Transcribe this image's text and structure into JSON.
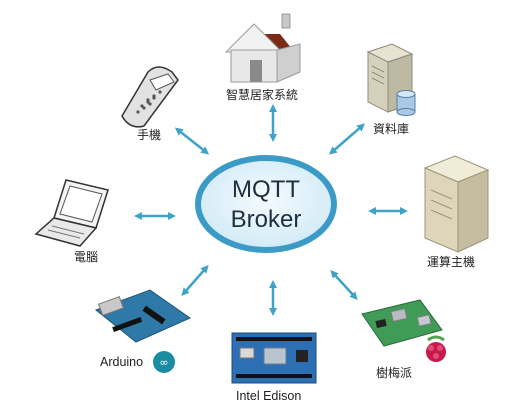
{
  "center": {
    "line1": "MQTT",
    "line2": "Broker"
  },
  "nodes": {
    "smart_home": {
      "label": "智慧居家系統",
      "icon": "house-icon"
    },
    "database": {
      "label": "資料庫",
      "icon": "database-server-icon"
    },
    "server": {
      "label": "運算主機",
      "icon": "server-tower-icon"
    },
    "raspberry_pi": {
      "label": "樹梅派",
      "icon": "raspberry-pi-board-icon"
    },
    "intel_edison": {
      "label": "Intel Edison",
      "icon": "intel-edison-board-icon"
    },
    "arduino": {
      "label": "Arduino",
      "icon": "arduino-board-icon"
    },
    "laptop": {
      "label": "電腦",
      "icon": "laptop-icon"
    },
    "phone": {
      "label": "手機",
      "icon": "mobile-phone-icon"
    }
  },
  "colors": {
    "arrow": "#3fa3c8",
    "ellipse_fill": "#dff1f9",
    "ellipse_stroke": "#3b9bc6"
  }
}
